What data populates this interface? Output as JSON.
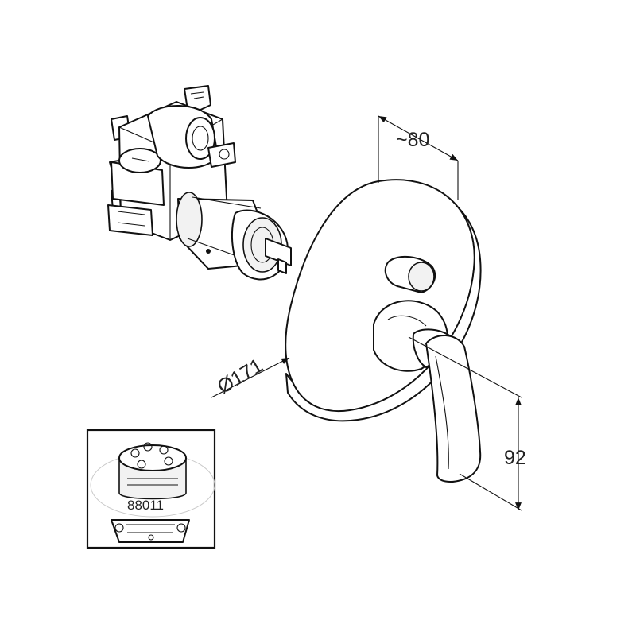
{
  "drawing": {
    "dimensions": {
      "depth_label": "~80",
      "diameter_label": "Ø171",
      "height_label": "92"
    },
    "inset": {
      "part_number": "88011"
    }
  }
}
